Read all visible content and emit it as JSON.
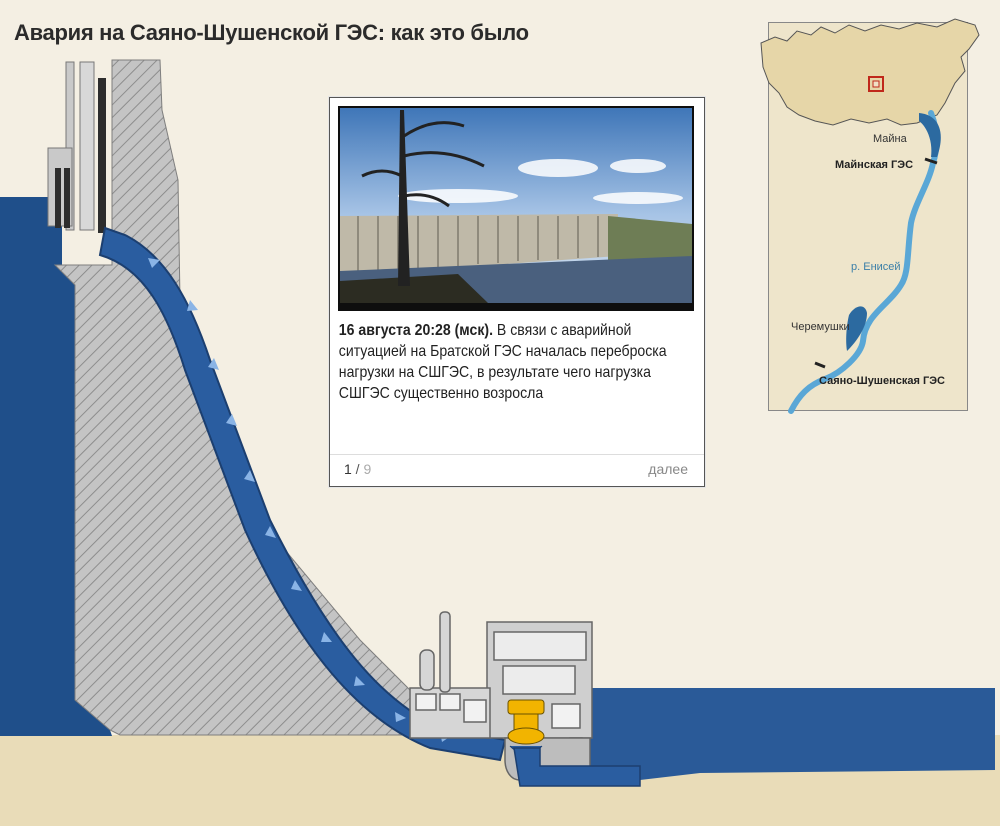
{
  "title": "Авария на Саяно-Шушенской ГЭС: как это было",
  "slide": {
    "time": "16 августа 20:28 (мск).",
    "text": " В связи с аварийной ситуацией на Братской ГЭС началась переброска нагрузки на СШГЭС, в результате чего нагрузка СШГЭС существенно возросла",
    "current": "1",
    "separator": " / ",
    "total": "9",
    "next_label": "далее"
  },
  "map": {
    "labels": {
      "mayna": "Майна",
      "mayna_ges": "Майнская ГЭС",
      "river": "р. Енисей",
      "cheremushki": "Черемушки",
      "sshges": "Саяно-Шушенская ГЭС"
    }
  },
  "colors": {
    "background": "#f4efe3",
    "water": "#1f4f8a",
    "water_light": "#2c62a6",
    "concrete": "#b9b9b9",
    "ground": "#e9dcb8",
    "river": "#5aa7d6",
    "map_land": "#eee5cb",
    "turbine": "#f2b400"
  }
}
